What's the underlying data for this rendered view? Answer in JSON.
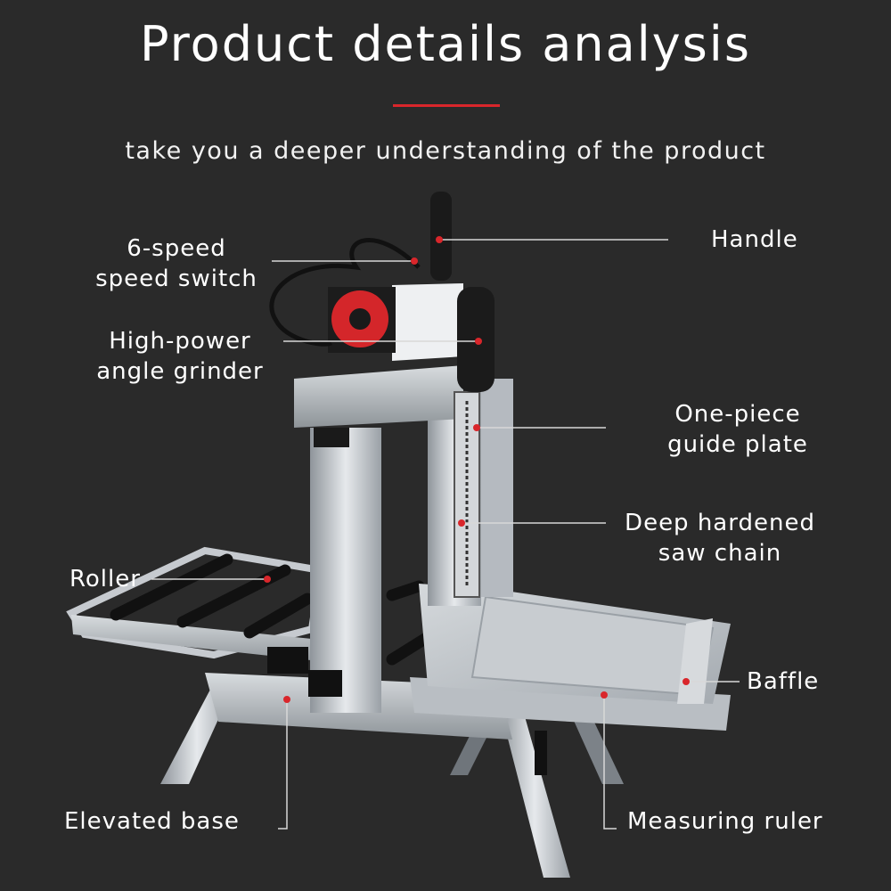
{
  "header": {
    "title": "Product details analysis",
    "subtitle": "take you a deeper understanding of the product",
    "accent_color": "#d9262b"
  },
  "callouts": {
    "handle": "Handle",
    "speed_switch": [
      "6-speed",
      "speed switch"
    ],
    "grinder": [
      "High-power",
      "angle grinder"
    ],
    "guide_plate": [
      "One-piece",
      "guide plate"
    ],
    "saw_chain": [
      "Deep hardened",
      "saw chain"
    ],
    "roller": "Roller",
    "baffle": "Baffle",
    "elevated_base": "Elevated base",
    "measuring_ruler": "Measuring ruler"
  }
}
